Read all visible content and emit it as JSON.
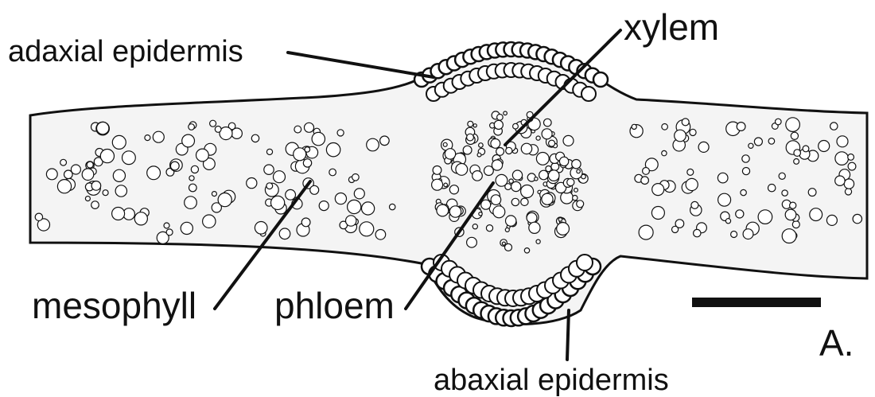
{
  "labels": {
    "adaxial_epidermis": "adaxial epidermis",
    "xylem": "xylem",
    "mesophyll": "mesophyll",
    "phloem": "phloem",
    "abaxial_epidermis": "abaxial epidermis",
    "panel": "A."
  },
  "colors": {
    "ink": "#111111",
    "background": "#ffffff",
    "cell_fill": "#ffffff"
  }
}
